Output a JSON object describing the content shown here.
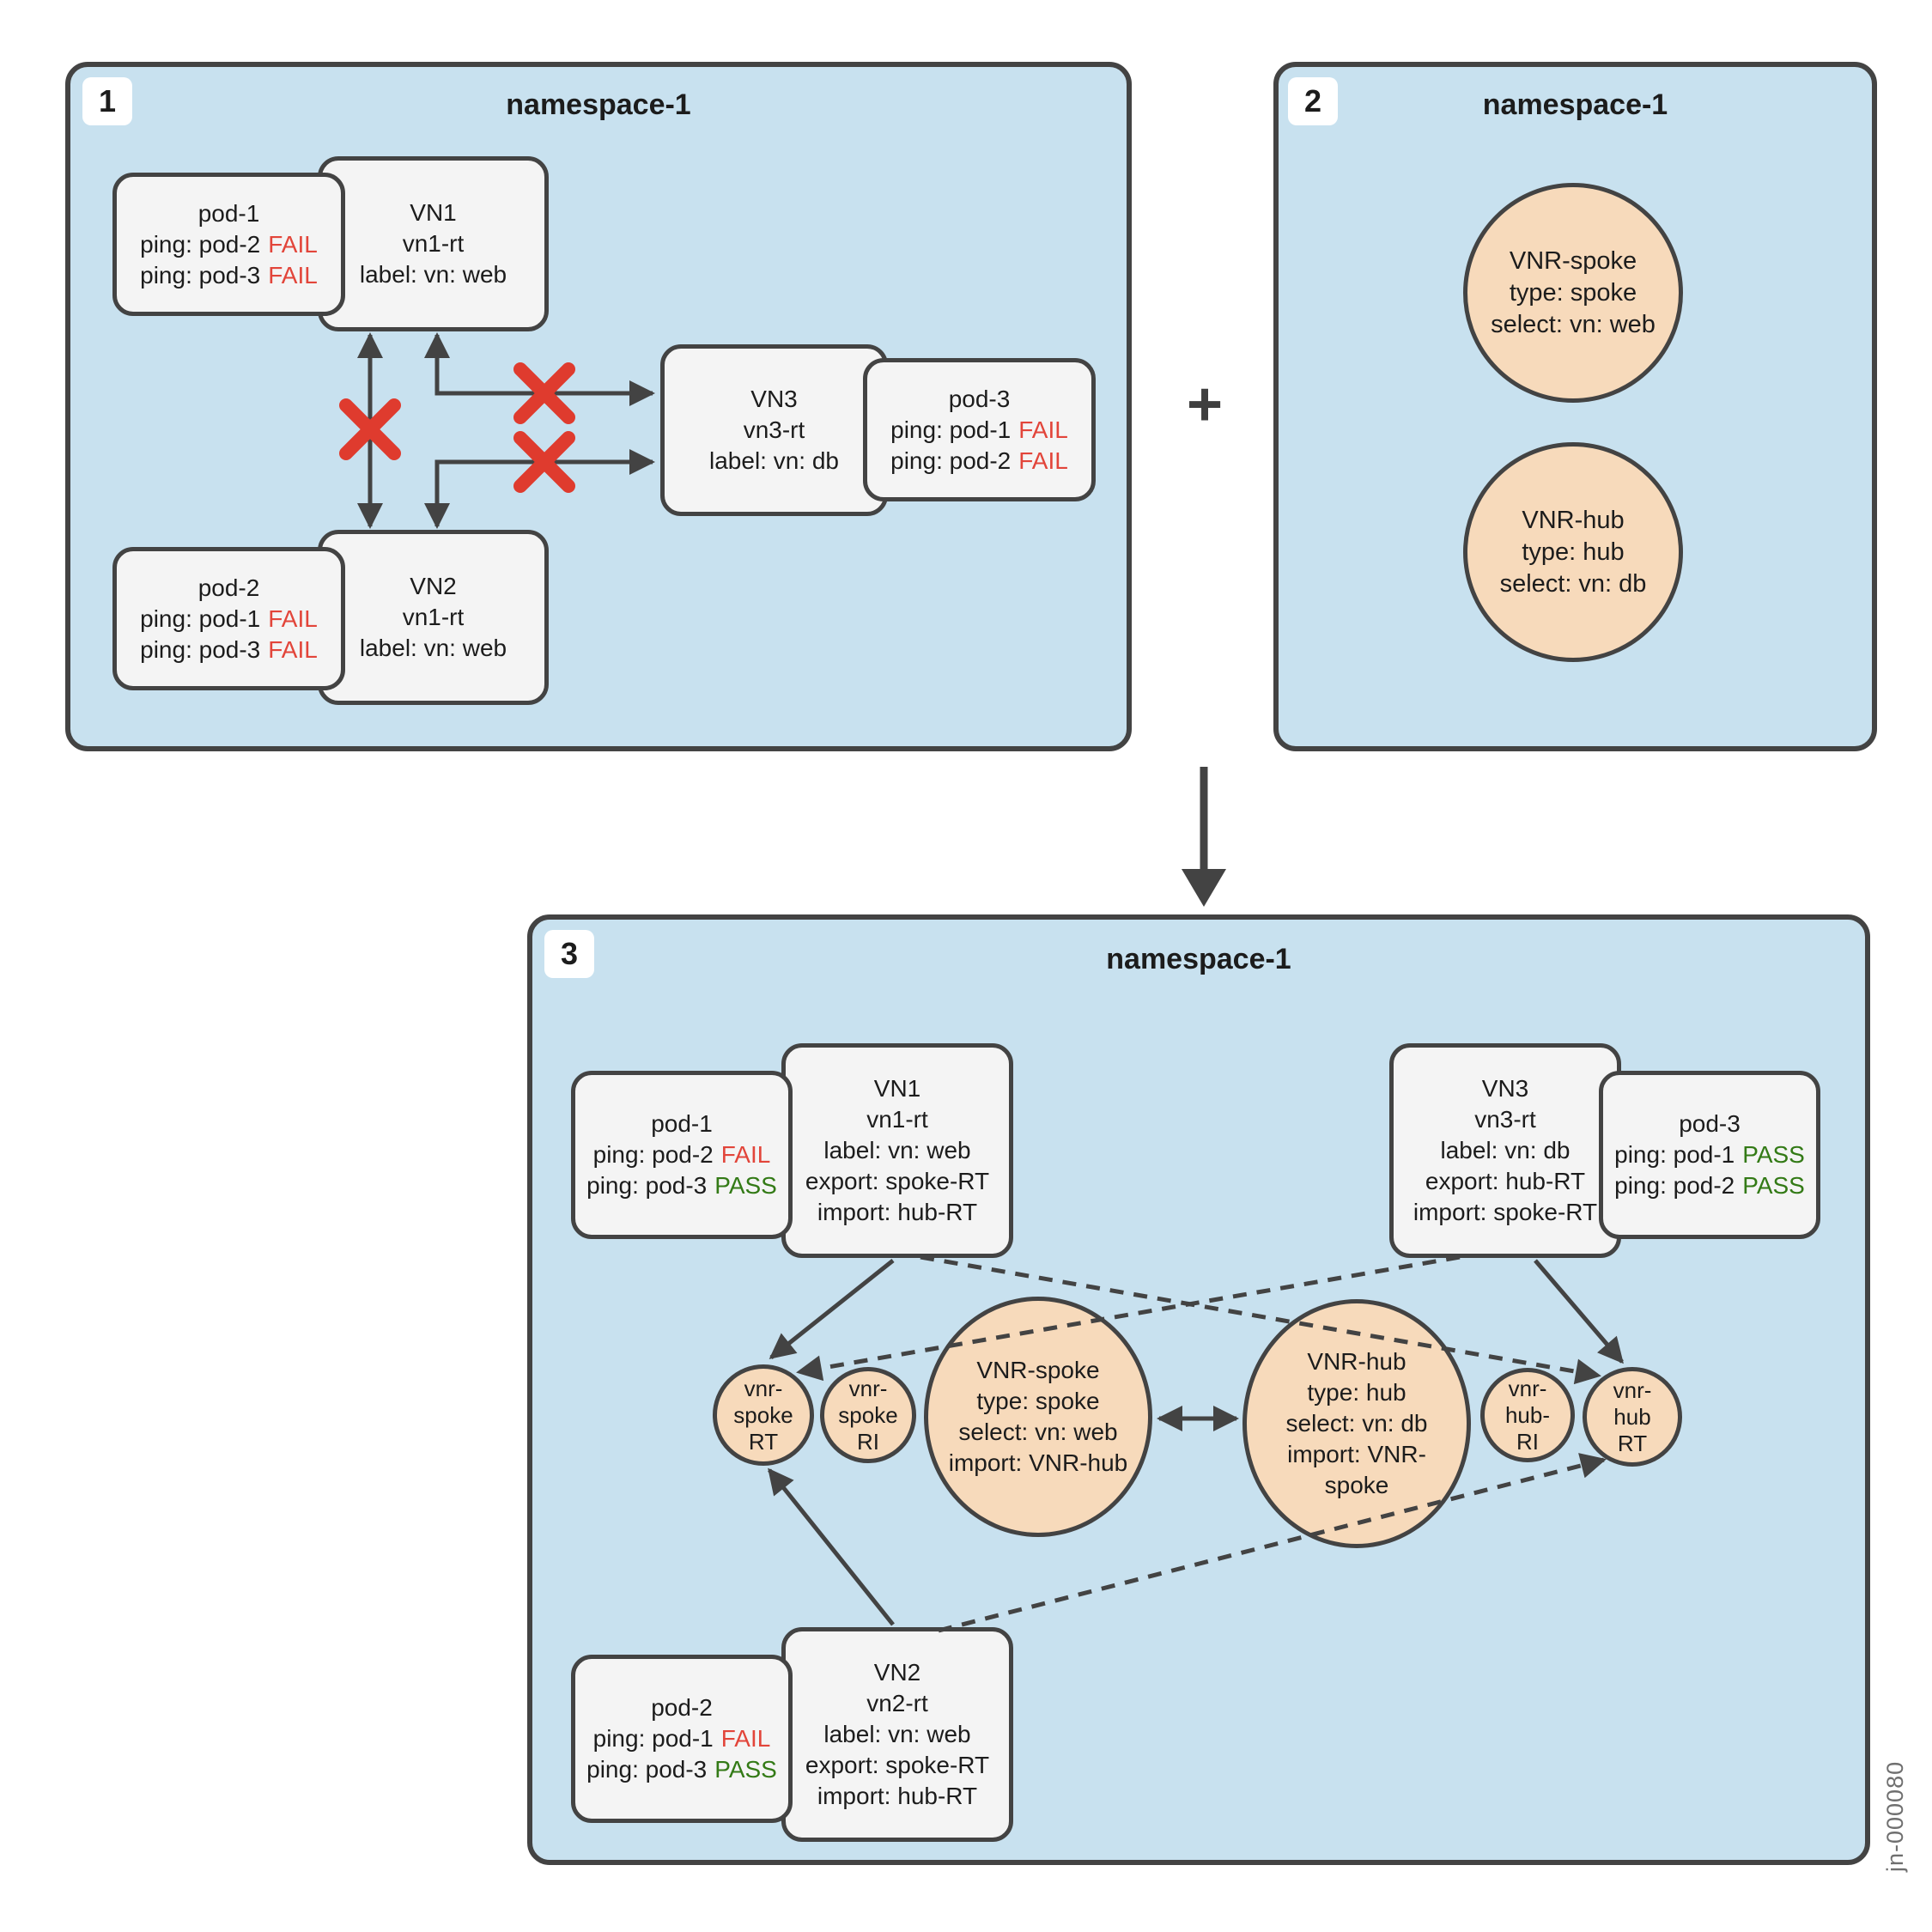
{
  "colors": {
    "panel-bg": "#c8e1ef",
    "box-bg": "#f4f4f4",
    "circle-bg": "#f7dabb",
    "line": "#434343",
    "fail-red": "#e2453a",
    "pass-green": "#337a16",
    "x-red": "#df3b2e"
  },
  "connectors": {
    "plus": "+"
  },
  "watermark": "jn-000080",
  "panel1": {
    "badge": "1",
    "title": "namespace-1",
    "vn1": {
      "lines": [
        "VN1",
        "vn1-rt",
        "label: vn: web"
      ]
    },
    "vn2": {
      "lines": [
        "VN2",
        "vn1-rt",
        "label: vn: web"
      ]
    },
    "vn3": {
      "lines": [
        "VN3",
        "vn3-rt",
        "label: vn: db"
      ]
    },
    "pod1": {
      "name": "pod-1",
      "pings": [
        {
          "label": "ping: pod-2",
          "status": "FAIL"
        },
        {
          "label": "ping: pod-3",
          "status": "FAIL"
        }
      ]
    },
    "pod2": {
      "name": "pod-2",
      "pings": [
        {
          "label": "ping: pod-1",
          "status": "FAIL"
        },
        {
          "label": "ping: pod-3",
          "status": "FAIL"
        }
      ]
    },
    "pod3": {
      "name": "pod-3",
      "pings": [
        {
          "label": "ping: pod-1",
          "status": "FAIL"
        },
        {
          "label": "ping: pod-2",
          "status": "FAIL"
        }
      ]
    }
  },
  "panel2": {
    "badge": "2",
    "title": "namespace-1",
    "vnr_spoke": {
      "lines": [
        "VNR-spoke",
        "type: spoke",
        "select: vn: web"
      ]
    },
    "vnr_hub": {
      "lines": [
        "VNR-hub",
        "type: hub",
        "select: vn: db"
      ]
    }
  },
  "panel3": {
    "badge": "3",
    "title": "namespace-1",
    "vn1": {
      "lines": [
        "VN1",
        "vn1-rt",
        "label: vn: web",
        "export: spoke-RT",
        "import: hub-RT"
      ]
    },
    "vn2": {
      "lines": [
        "VN2",
        "vn2-rt",
        "label: vn: web",
        "export: spoke-RT",
        "import: hub-RT"
      ]
    },
    "vn3": {
      "lines": [
        "VN3",
        "vn3-rt",
        "label: vn: db",
        "export: hub-RT",
        "import: spoke-RT"
      ]
    },
    "pod1": {
      "name": "pod-1",
      "pings": [
        {
          "label": "ping: pod-2",
          "status": "FAIL"
        },
        {
          "label": "ping: pod-3",
          "status": "PASS"
        }
      ]
    },
    "pod2": {
      "name": "pod-2",
      "pings": [
        {
          "label": "ping: pod-1",
          "status": "FAIL"
        },
        {
          "label": "ping: pod-3",
          "status": "PASS"
        }
      ]
    },
    "pod3": {
      "name": "pod-3",
      "pings": [
        {
          "label": "ping: pod-1",
          "status": "PASS"
        },
        {
          "label": "ping: pod-2",
          "status": "PASS"
        }
      ]
    },
    "vnr_spoke": {
      "lines": [
        "VNR-spoke",
        "type: spoke",
        "select: vn: web",
        "import: VNR-hub"
      ]
    },
    "vnr_hub": {
      "lines": [
        "VNR-hub",
        "type: hub",
        "select: vn: db",
        "import: VNR-",
        "spoke"
      ]
    },
    "vnr_spoke_rt": {
      "lines": [
        "vnr-",
        "spoke",
        "RT"
      ]
    },
    "vnr_spoke_ri": {
      "lines": [
        "vnr-",
        "spoke",
        "RI"
      ]
    },
    "vnr_hub_ri": {
      "lines": [
        "vnr-",
        "hub-",
        "RI"
      ]
    },
    "vnr_hub_rt": {
      "lines": [
        "vnr-",
        "hub",
        "RT"
      ]
    }
  }
}
